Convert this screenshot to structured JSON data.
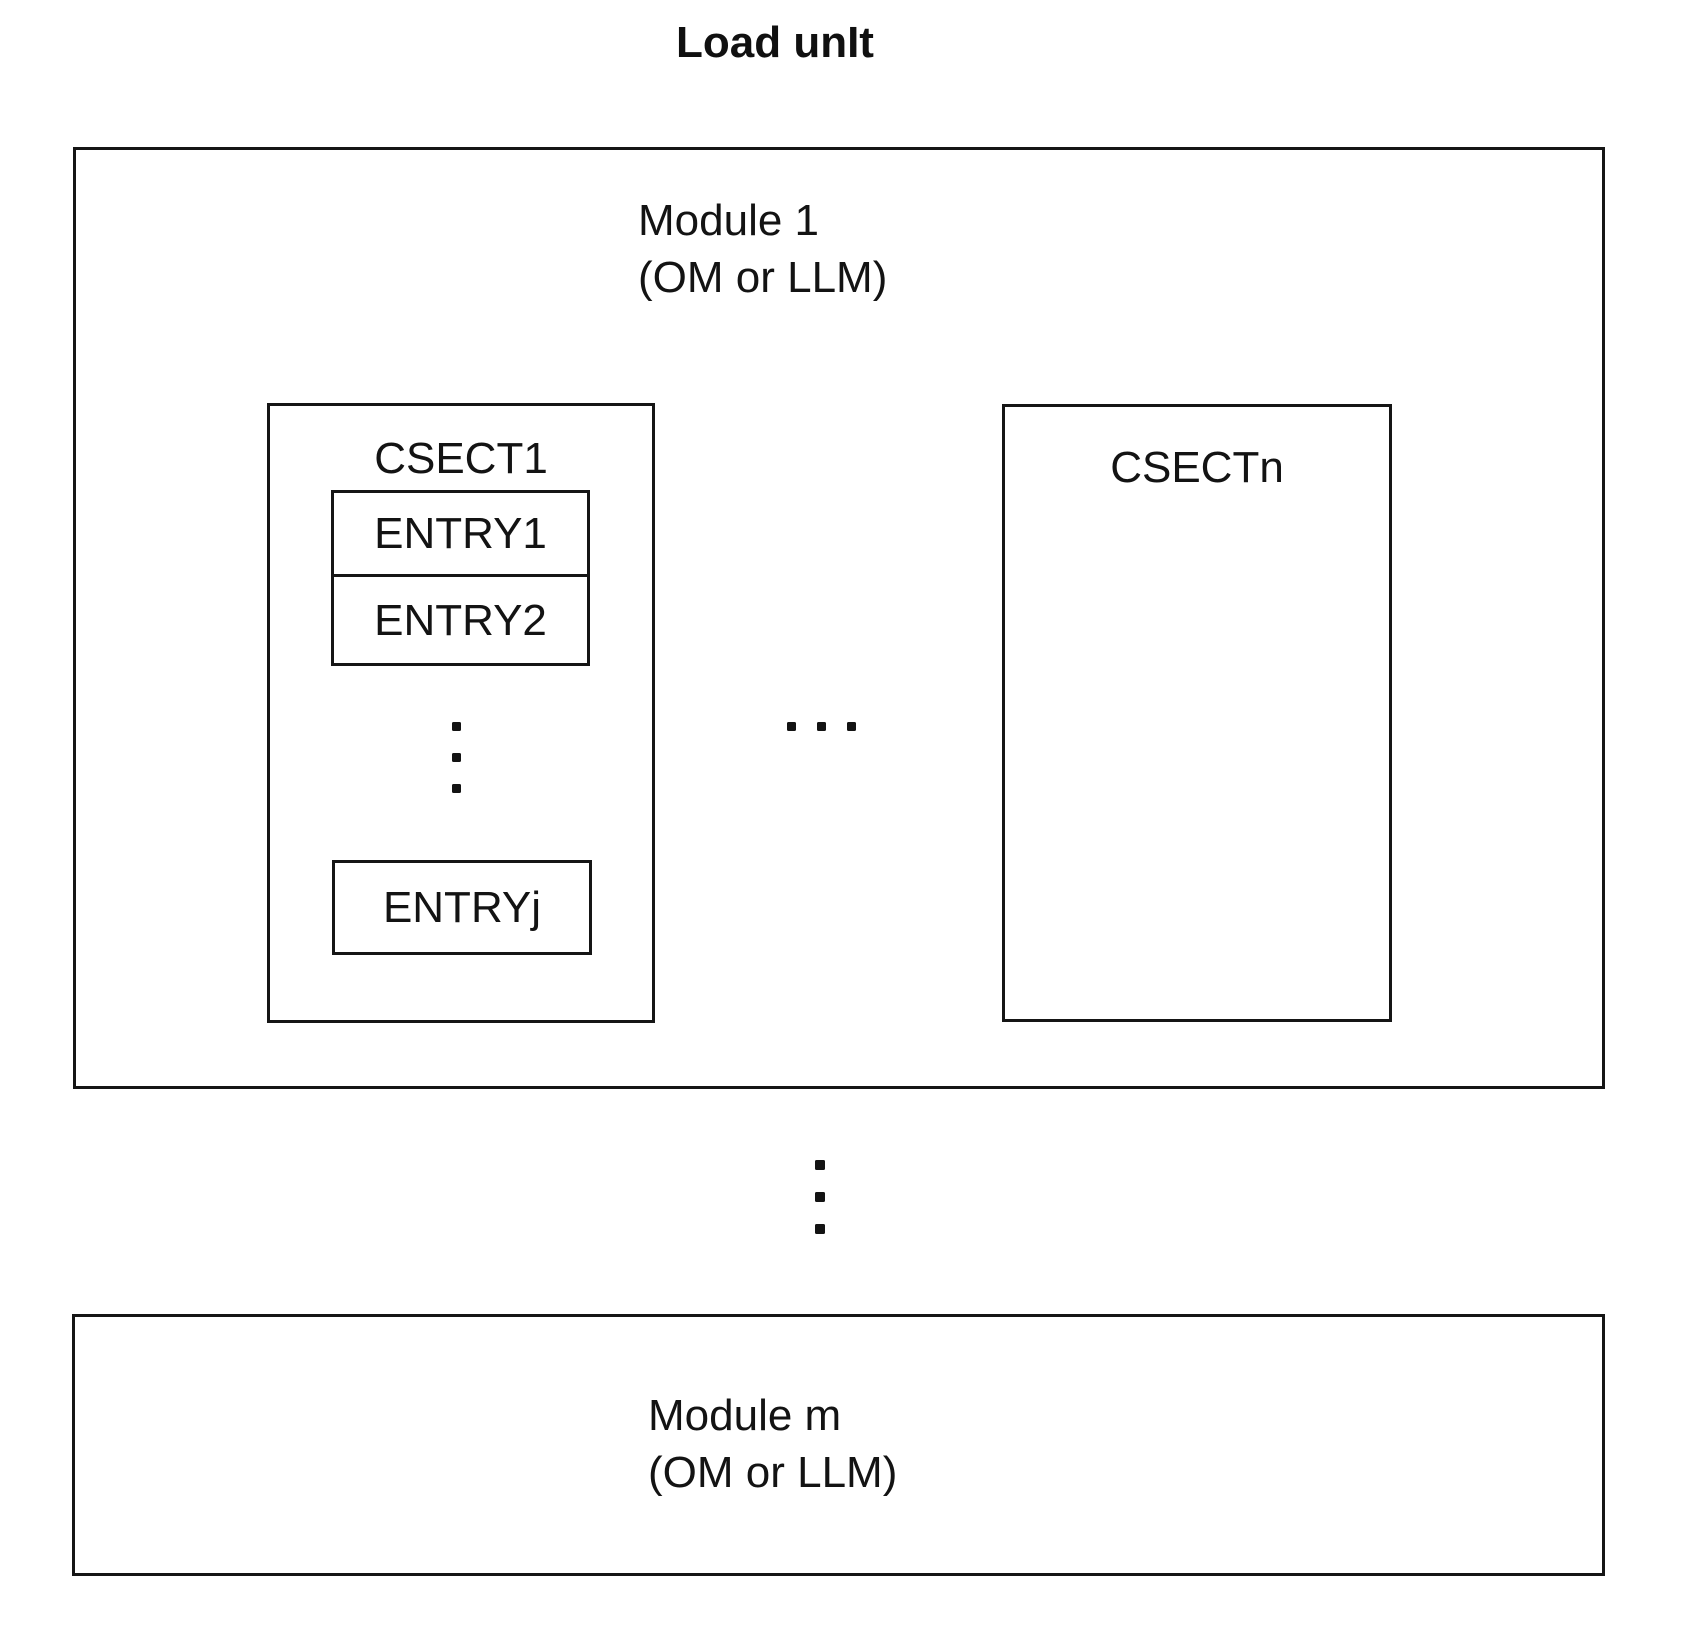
{
  "diagram": {
    "title": "Load unIt",
    "module_1": {
      "name": "Module 1",
      "type": "(OM or LLM)",
      "csect_1": {
        "label": "CSECT1",
        "entry_1": "ENTRY1",
        "entry_2": "ENTRY2",
        "entry_j": "ENTRYj"
      },
      "csect_n": {
        "label": "CSECTn"
      }
    },
    "module_m": {
      "name": "Module m",
      "type": "(OM or LLM)"
    },
    "icons": {
      "entry_vertical_ellipsis": "vertical-ellipsis-3-dots",
      "csect_horizontal_ellipsis": "horizontal-ellipsis-3-dots",
      "module_vertical_ellipsis": "vertical-ellipsis-3-dots"
    },
    "colors": {
      "line": "#151515",
      "text": "#131313",
      "background": "#ffffff"
    }
  }
}
